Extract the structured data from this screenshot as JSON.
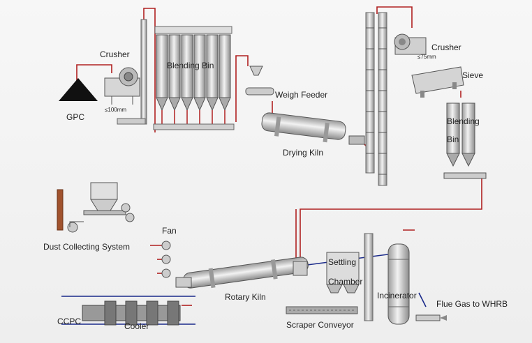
{
  "labels": {
    "crusher1": "Crusher",
    "gpc": "GPC",
    "size1": "≤100mm",
    "blending_bin1": "Blending Bin",
    "weigh_feeder": "Weigh Feeder",
    "drying_kiln": "Drying Kiln",
    "crusher2": "Crusher",
    "size2": "≤75mm",
    "sieve": "Sieve",
    "blending_bin2_a": "Blending",
    "blending_bin2_b": "Bin",
    "dust_collecting": "Dust Collecting System",
    "fan": "Fan",
    "rotary_kiln": "Rotary Kiln",
    "settling_a": "Settling",
    "settling_b": "Chamber",
    "incinerator": "Incinerator",
    "flue_gas": "Flue Gas to WHRB",
    "ccpc": "CCPC",
    "cooler": "Cooler",
    "scraper": "Scraper Conveyor"
  },
  "colors": {
    "material_line": "#b02020",
    "air_line": "#1a2a8a",
    "equipment": "#c9c9c9",
    "equipment_dark": "#8a8a8a"
  }
}
